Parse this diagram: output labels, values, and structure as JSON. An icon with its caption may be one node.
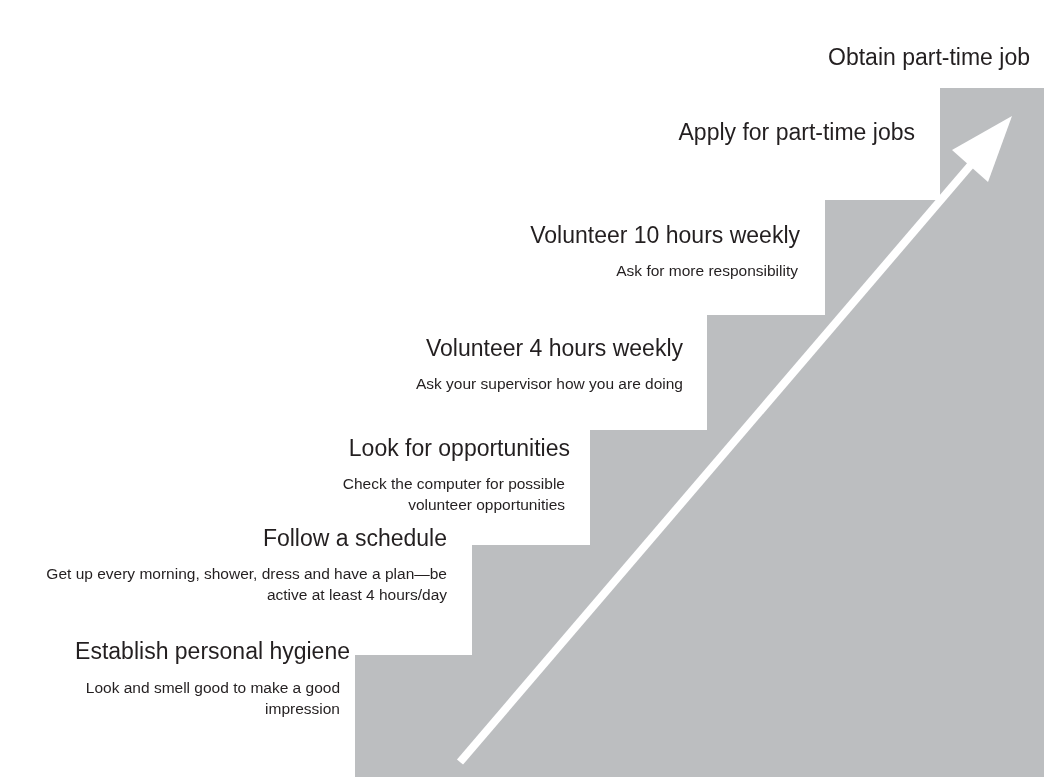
{
  "diagram": {
    "labels": [
      "Obtain part-time job",
      "Apply for part-time jobs",
      "Volunteer 10 hours weekly",
      "Ask for more responsibility",
      "Volunteer 4 hours weekly",
      "Ask your supervisor how you are doing",
      "Look for opportunities",
      "Check the computer for possible volunteer opportunities",
      "Follow a schedule",
      "Get up every morning, shower, dress and have a plan—be active at least 4 hours/day",
      "Establish personal hygiene",
      "Look and smell good to make a good impression"
    ]
  }
}
